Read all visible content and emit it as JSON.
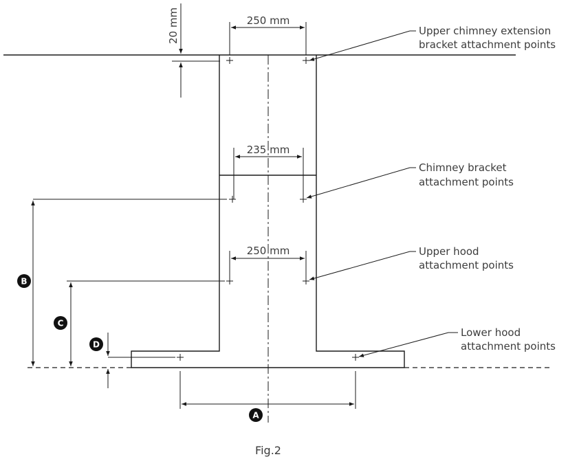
{
  "dimensions": {
    "upper_bracket_width": "250 mm",
    "upper_offset": "20 mm",
    "chimney_bracket_width": "235 mm",
    "hood_upper_width": "250 mm"
  },
  "callouts": {
    "upper_extension_line1": "Upper chimney extension",
    "upper_extension_line2": "bracket attachment points",
    "chimney_bracket_line1": "Chimney bracket",
    "chimney_bracket_line2": "attachment points",
    "upper_hood_line1": "Upper hood",
    "upper_hood_line2": "attachment points",
    "lower_hood_line1": "Lower hood",
    "lower_hood_line2": "attachment points"
  },
  "badges": {
    "a": "A",
    "b": "B",
    "c": "C",
    "d": "D"
  },
  "caption": "Fig.2"
}
